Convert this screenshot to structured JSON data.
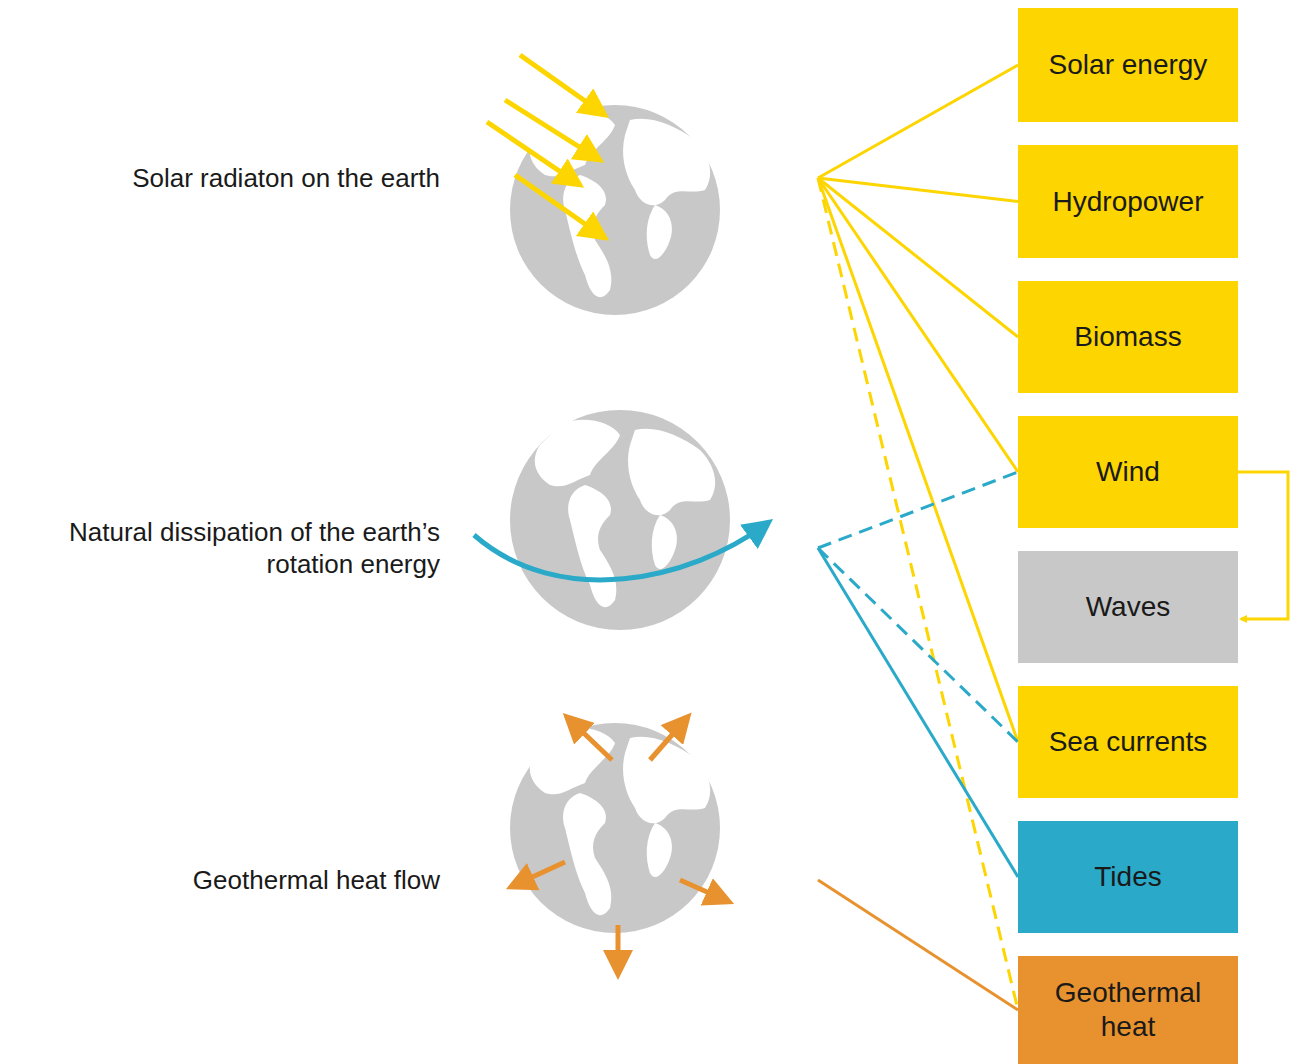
{
  "diagram": {
    "nodes": [
      {
        "text": [
          "Solar radiaton on the earth"
        ]
      },
      {
        "text": [
          "Natural dissipation of the earth’s rotation energy"
        ]
      },
      {
        "text": [
          "Geothermal heat flow"
        ]
      },
      {
        "text": [
          "Solar energy"
        ]
      },
      {
        "text": [
          "Hydropower"
        ]
      },
      {
        "text": [
          "Biomass"
        ]
      },
      {
        "text": [
          "Wind"
        ]
      },
      {
        "text": [
          "Waves"
        ]
      },
      {
        "text": [
          "Sea currents"
        ]
      },
      {
        "text": [
          "Tides"
        ]
      },
      {
        "text": [
          "Geothermal heat"
        ]
      }
    ],
    "edges": [
      {
        "from": 0,
        "to": 3,
        "arrow": "none"
      },
      {
        "from": 0,
        "to": 4,
        "arrow": "none"
      },
      {
        "from": 0,
        "to": 5,
        "arrow": "none"
      },
      {
        "from": 0,
        "to": 6,
        "arrow": "none"
      },
      {
        "from": 0,
        "to": 8,
        "arrow": "none"
      },
      {
        "from": 0,
        "to": 10,
        "arrow": "none"
      },
      {
        "from": 1,
        "to": 6,
        "arrow": "none"
      },
      {
        "from": 1,
        "to": 8,
        "arrow": "none"
      },
      {
        "from": 1,
        "to": 9,
        "arrow": "none"
      },
      {
        "from": 2,
        "to": 10,
        "arrow": "none"
      },
      {
        "from": 6,
        "to": 7,
        "arrow": "to"
      }
    ]
  }
}
